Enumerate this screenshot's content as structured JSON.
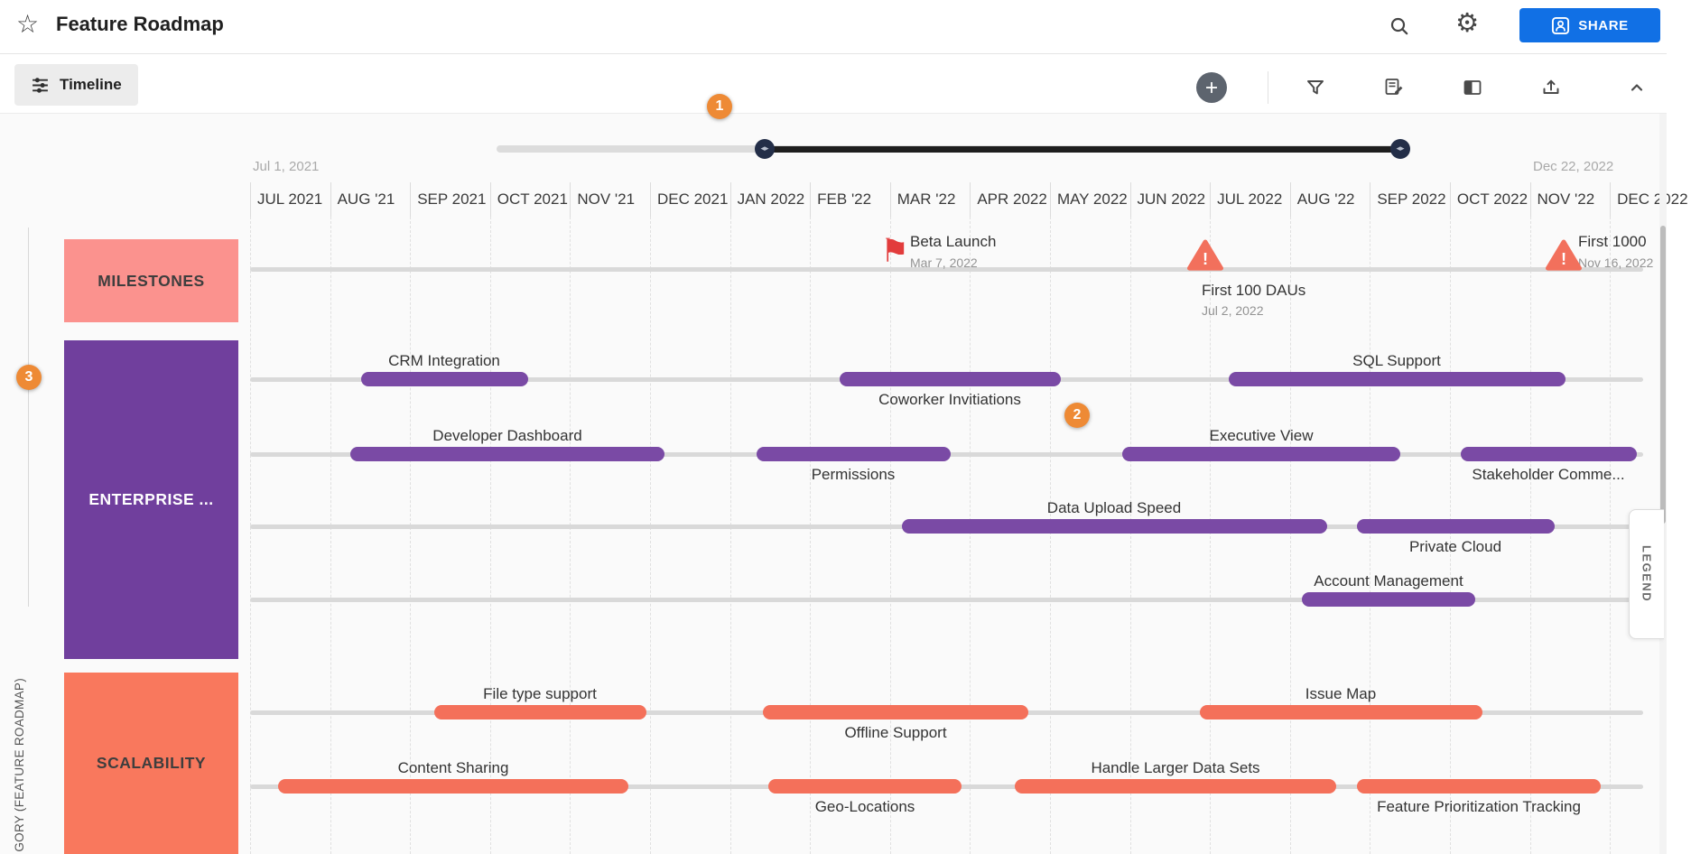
{
  "header": {
    "title": "Feature Roadmap",
    "share_button": "SHARE"
  },
  "toolbar": {
    "view_button": "Timeline"
  },
  "icons": {
    "star": "☆",
    "gear": "⚙",
    "flag": "⚑",
    "warning_mark": "!",
    "slider_arrows": "◂▸"
  },
  "annotations": {
    "badge1": "1",
    "badge2": "2",
    "badge3": "3"
  },
  "slider": {
    "start_date": "Jul 1, 2021",
    "end_date": "Dec 22, 2022"
  },
  "axis": {
    "months": [
      "JUL 2021",
      "AUG '21",
      "SEP 2021",
      "OCT 2021",
      "NOV '21",
      "DEC 2021",
      "JAN 2022",
      "FEB '22",
      "MAR '22",
      "APR 2022",
      "MAY 2022",
      "JUN 2022",
      "JUL 2022",
      "AUG '22",
      "SEP 2022",
      "OCT 2022",
      "NOV '22",
      "DEC 2022"
    ],
    "category_axis_label": "GORY (FEATURE ROADMAP)"
  },
  "legend": {
    "tab_label": "LEGEND"
  },
  "categories": {
    "milestones": "MILESTONES",
    "enterprise": "ENTERPRISE ...",
    "scalability": "SCALABILITY"
  },
  "milestones": {
    "beta_launch": {
      "name": "Beta Launch",
      "date": "Mar 7, 2022"
    },
    "first_100_daus": {
      "name": "First 100 DAUs",
      "date": "Jul 2, 2022"
    },
    "first_1000": {
      "name": "First 1000",
      "date": "Nov 16, 2022"
    }
  },
  "tasks": {
    "crm_integration": "CRM Integration",
    "coworker_invitations": "Coworker Invitiations",
    "sql_support": "SQL Support",
    "developer_dashboard": "Developer Dashboard",
    "permissions": "Permissions",
    "executive_view": "Executive View",
    "stakeholder_comments": "Stakeholder Comme...",
    "data_upload_speed": "Data Upload Speed",
    "private_cloud": "Private Cloud",
    "account_management": "Account Management",
    "file_type_support": "File type support",
    "offline_support": "Offline Support",
    "issue_map": "Issue Map",
    "content_sharing": "Content Sharing",
    "geo_locations": "Geo-Locations",
    "handle_larger_data_sets": "Handle Larger Data Sets",
    "feature_prioritization_tracking": "Feature Prioritization Tracking"
  },
  "colors": {
    "share_blue": "#1170e5",
    "annotation_orange": "#ee8a35",
    "milestone_block_pink": "#fb928e",
    "enterprise_block_purple": "#703f9d",
    "enterprise_bar_purple": "#7a4aa5",
    "scalability_block_orange": "#f9785d",
    "scalability_bar_orange": "#f4705a",
    "flag_red": "#e23c3c",
    "warning_salmon": "#f2705c"
  }
}
